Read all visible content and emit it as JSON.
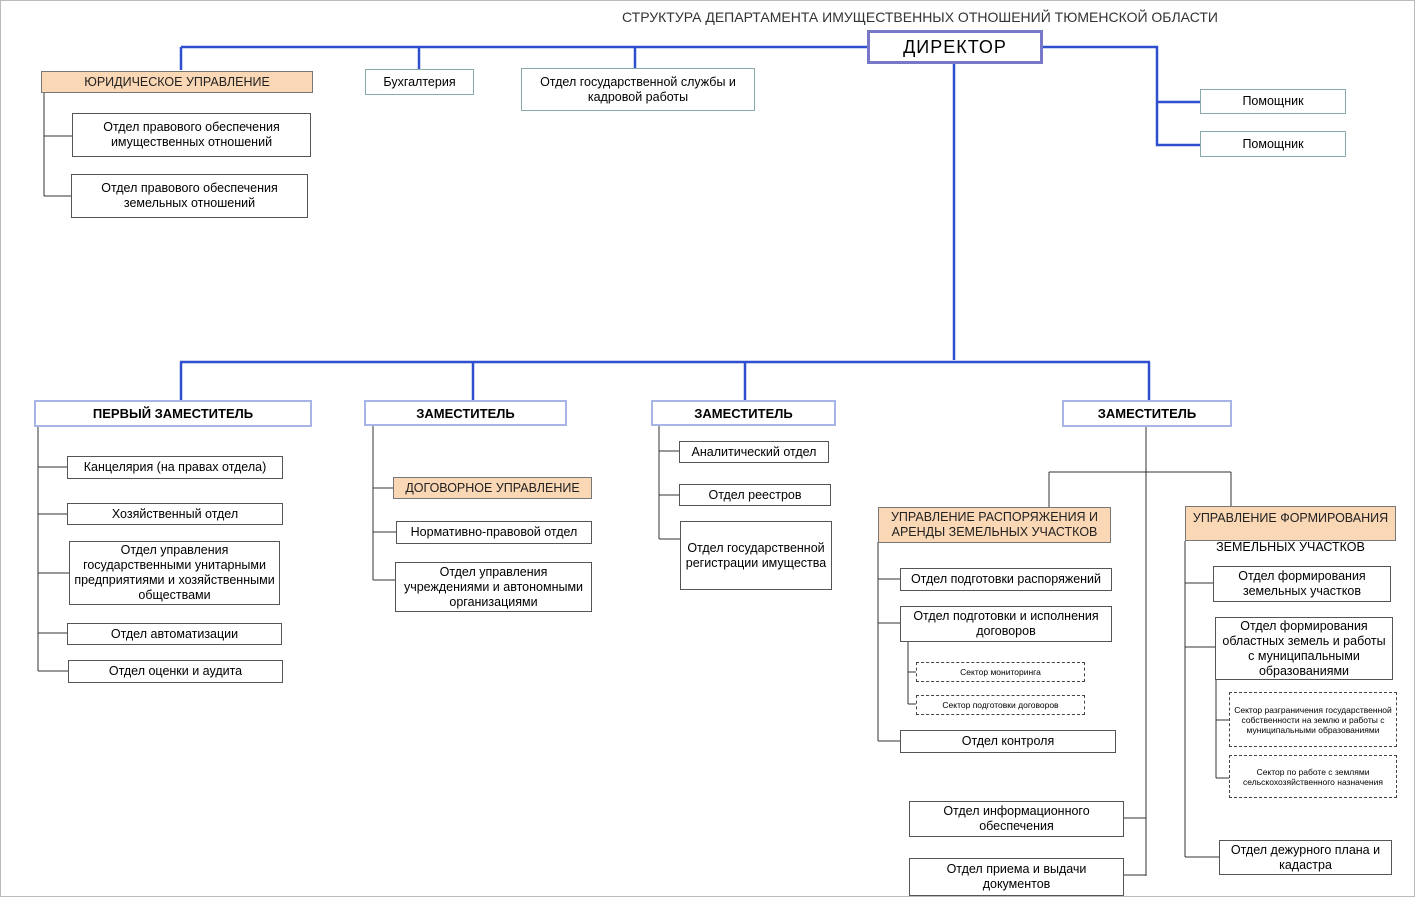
{
  "title": "СТРУКТУРА ДЕПАРТАМЕНТА ИМУЩЕСТВЕННЫХ ОТНОШЕНИЙ ТЮМЕНСКОЙ ОБЛАСТИ",
  "director": "ДИРЕКТОР",
  "top": {
    "legal_department": "ЮРИДИЧЕСКОЕ УПРАВЛЕНИЕ",
    "legal_property": "Отдел правового обеспечения имущественных отношений",
    "legal_land": "Отдел правового обеспечения земельных отношений",
    "accounting": "Бухгалтерия",
    "hr": "Отдел государственной службы и кадровой работы",
    "assistant_1": "Помощник",
    "assistant_2": "Помощник"
  },
  "first_deputy": {
    "label": "ПЕРВЫЙ ЗАМЕСТИТЕЛЬ",
    "units": [
      "Канцелярия (на правах отдела)",
      "Хозяйственный отдел",
      "Отдел управления государственными унитарными предприятиями и хозяйственными обществами",
      "Отдел автоматизации",
      "Отдел оценки и аудита"
    ]
  },
  "deputy_2": {
    "label": "ЗАМЕСТИТЕЛЬ",
    "units": [
      "ДОГОВОРНОЕ УПРАВЛЕНИЕ",
      "Нормативно-правовой отдел",
      "Отдел управления учреждениями и автономными организациями"
    ]
  },
  "deputy_3": {
    "label": "ЗАМЕСТИТЕЛЬ",
    "units": [
      "Аналитический отдел",
      "Отдел реестров",
      "Отдел государственной регистрации имущества"
    ]
  },
  "deputy_4": {
    "label": "ЗАМЕСТИТЕЛЬ",
    "land_disposal": {
      "label": "УПРАВЛЕНИЕ РАСПОРЯЖЕНИЯ И АРЕНДЫ ЗЕМЕЛЬНЫХ УЧАСТКОВ",
      "orders": "Отдел подготовки распоряжений",
      "contracts": "Отдел подготовки и исполнения договоров",
      "monitoring_sector": "Сектор мониторинга",
      "contracts_sector": "Сектор подготовки договоров",
      "control": "Отдел контроля"
    },
    "land_formation": {
      "label_line1": "УПРАВЛЕНИЕ ФОРМИРОВАНИЯ",
      "label_line2": "ЗЕМЕЛЬНЫХ УЧАСТКОВ",
      "plots": "Отдел формирования земельных участков",
      "regional": "Отдел формирования областных земель и работы с муниципальными образованиями",
      "ownership_sector": "Сектор разграничения государственной собственности на землю и работы с муниципальными образованиями",
      "agri_sector": "Сектор по работе с землями сельскохозяйственного назначения",
      "cadastre": "Отдел дежурного плана и кадастра"
    },
    "info": "Отдел информационного обеспечения",
    "docs": "Отдел приема и выдачи документов"
  },
  "colors": {
    "connector_blue": "#2f4fcf",
    "connector_dark": "#333333",
    "accent_orange": "#fad7b5"
  }
}
